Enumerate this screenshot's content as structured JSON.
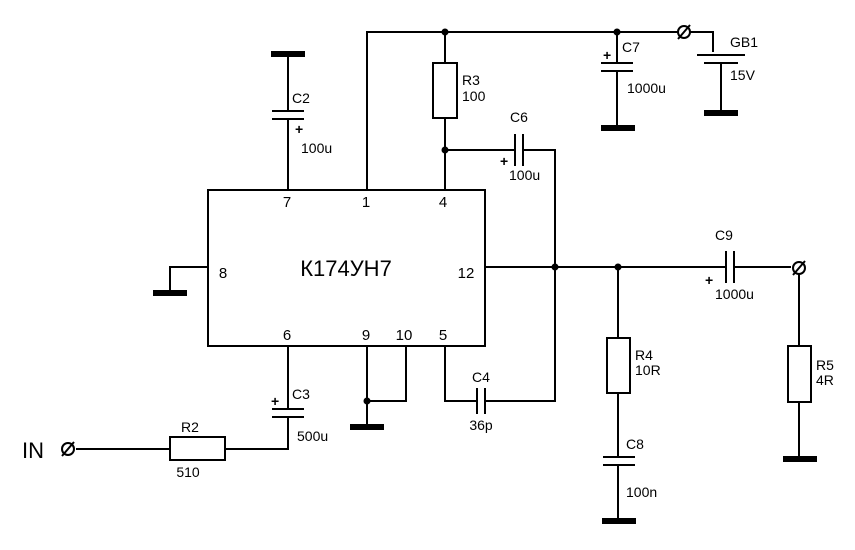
{
  "diagram": {
    "type": "circuit-schematic",
    "ic": {
      "name": "К174УН7",
      "pins": {
        "p7": "7",
        "p1": "1",
        "p4": "4",
        "p8": "8",
        "p12": "12",
        "p6": "6",
        "p9": "9",
        "p10": "10",
        "p5": "5"
      }
    },
    "components": {
      "C2": {
        "ref": "C2",
        "value": "100u",
        "polarity": "+"
      },
      "R3": {
        "ref": "R3",
        "value": "100"
      },
      "C6": {
        "ref": "C6",
        "value": "100u",
        "polarity": "+"
      },
      "C7": {
        "ref": "C7",
        "value": "1000u",
        "polarity": "+"
      },
      "GB1": {
        "ref": "GB1",
        "value": "15V"
      },
      "C9": {
        "ref": "C9",
        "value": "1000u",
        "polarity": "+"
      },
      "R4": {
        "ref": "R4",
        "value": "10R"
      },
      "C8": {
        "ref": "C8",
        "value": "100n"
      },
      "R5": {
        "ref": "R5",
        "value": "4R"
      },
      "C4": {
        "ref": "C4",
        "value": "36p"
      },
      "C3": {
        "ref": "C3",
        "value": "500u",
        "polarity": "+"
      },
      "R2": {
        "ref": "R2",
        "value": "510"
      }
    },
    "input_label": "IN"
  }
}
